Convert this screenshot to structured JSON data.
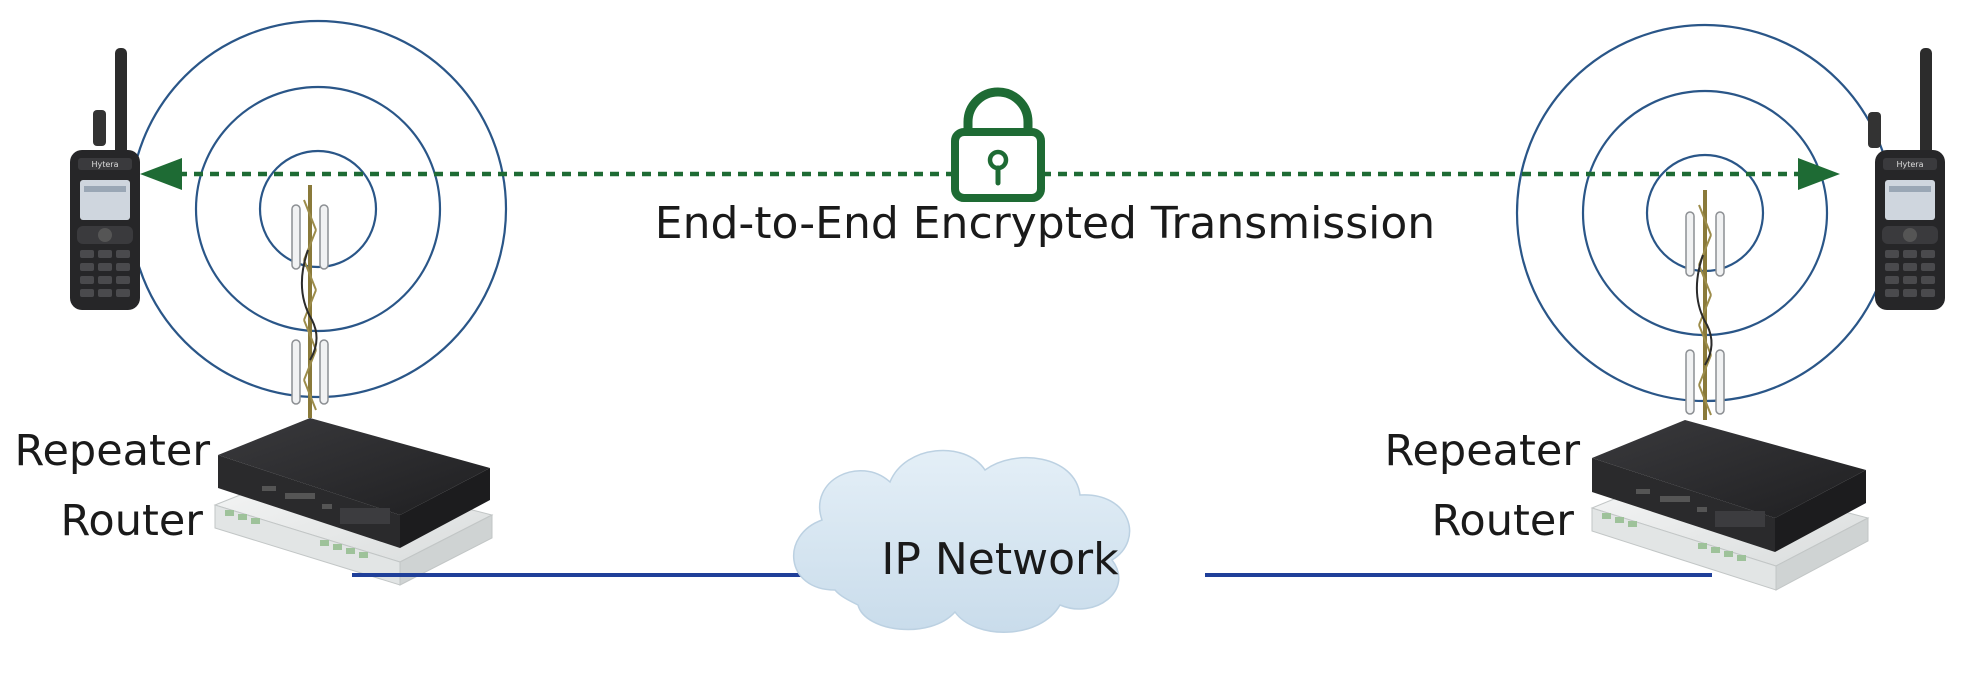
{
  "labels": {
    "transmission": "End-to-End Encrypted Transmission",
    "repeater_left": "Repeater",
    "router_left": "Router",
    "repeater_right": "Repeater",
    "router_right": "Router",
    "network": "IP Network",
    "radio_brand_left": "Hytera",
    "radio_brand_right": "Hytera"
  },
  "icons": {
    "encryption": "padlock-icon",
    "network": "cloud-icon",
    "radio": "handheld-radio-icon",
    "tower": "antenna-tower-icon"
  },
  "colors": {
    "encryption_line": "#1e6b34",
    "coverage_rings": "#2a5688",
    "network_link": "#1f3f99",
    "cloud_fill": "#d6e6f1",
    "device_dark": "#2a2a2c",
    "router_light": "#eceeee"
  }
}
